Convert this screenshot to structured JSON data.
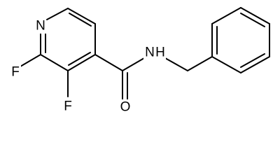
{
  "molecule": {
    "atoms": {
      "n_ring": "N",
      "f_upper": "F",
      "f_lower": "F",
      "nh": "N",
      "nh_h": "H",
      "o": "O"
    }
  }
}
